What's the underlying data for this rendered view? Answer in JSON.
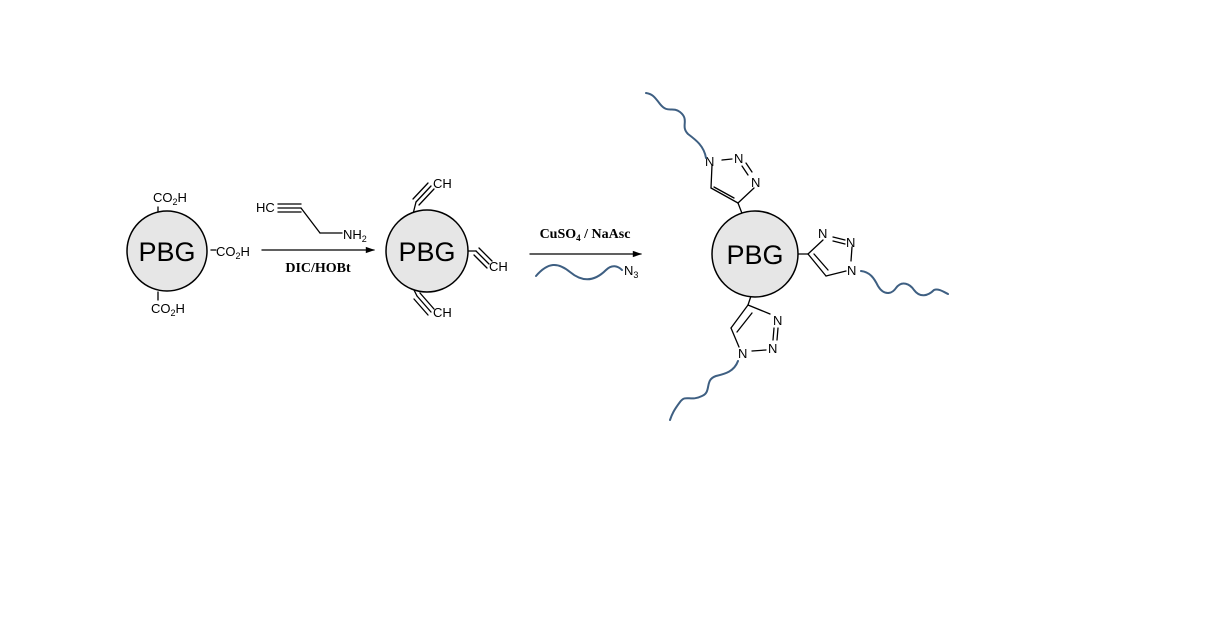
{
  "core_label": "PBG",
  "groups": {
    "co2h_prefix": "CO",
    "co2h_sub": "2",
    "co2h_suffix": "H",
    "ch": "CH",
    "hc": "HC",
    "nh_prefix": "NH",
    "nh_sub": "2",
    "n": "N",
    "n3_prefix": "N",
    "n3_sub": "3"
  },
  "conditions": {
    "step1_below": "DIC/HOBt",
    "step2_cu_prefix": "CuSO",
    "step2_cu_sub": "4",
    "step2_rest": " / NaAsc"
  },
  "colors": {
    "polymer_chain": "#3e5f82",
    "bead_fill": "#e6e6e6"
  }
}
